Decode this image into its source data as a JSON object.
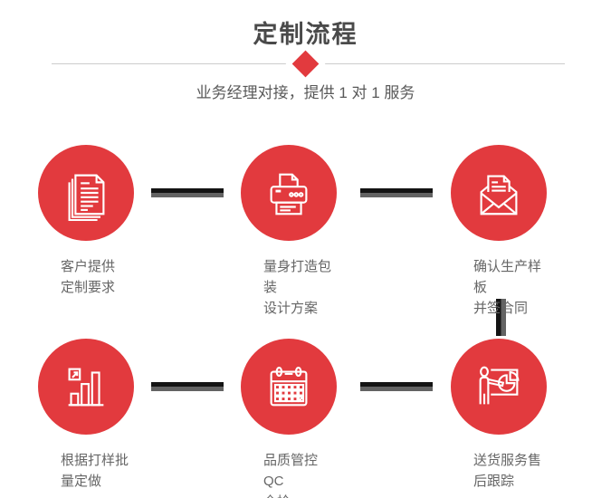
{
  "header": {
    "title": "定制流程",
    "subtitle": "业务经理对接，提供 1 对 1 服务",
    "diamond_icon": "diamond-icon"
  },
  "colors": {
    "accent_red": "#e23a3e",
    "title_gray": "#4a4a4a",
    "subtitle_gray": "#595959",
    "label_gray": "#666666",
    "divider_gray": "#cccccc",
    "connector_black": "#141414",
    "connector_gray": "#636363"
  },
  "steps": [
    {
      "icon": "documents-icon",
      "label": "客户提供\n定制要求"
    },
    {
      "icon": "printer-icon",
      "label": "量身打造包装\n设计方案"
    },
    {
      "icon": "open-envelope-icon",
      "label": "确认生产样板\n并签合同"
    },
    {
      "icon": "bar-chart-icon",
      "label": "根据打样批\n量定做"
    },
    {
      "icon": "calendar-icon",
      "label": "品质管控QC\n全检"
    },
    {
      "icon": "presenter-board-icon",
      "label": "送货服务售\n后跟踪"
    }
  ]
}
